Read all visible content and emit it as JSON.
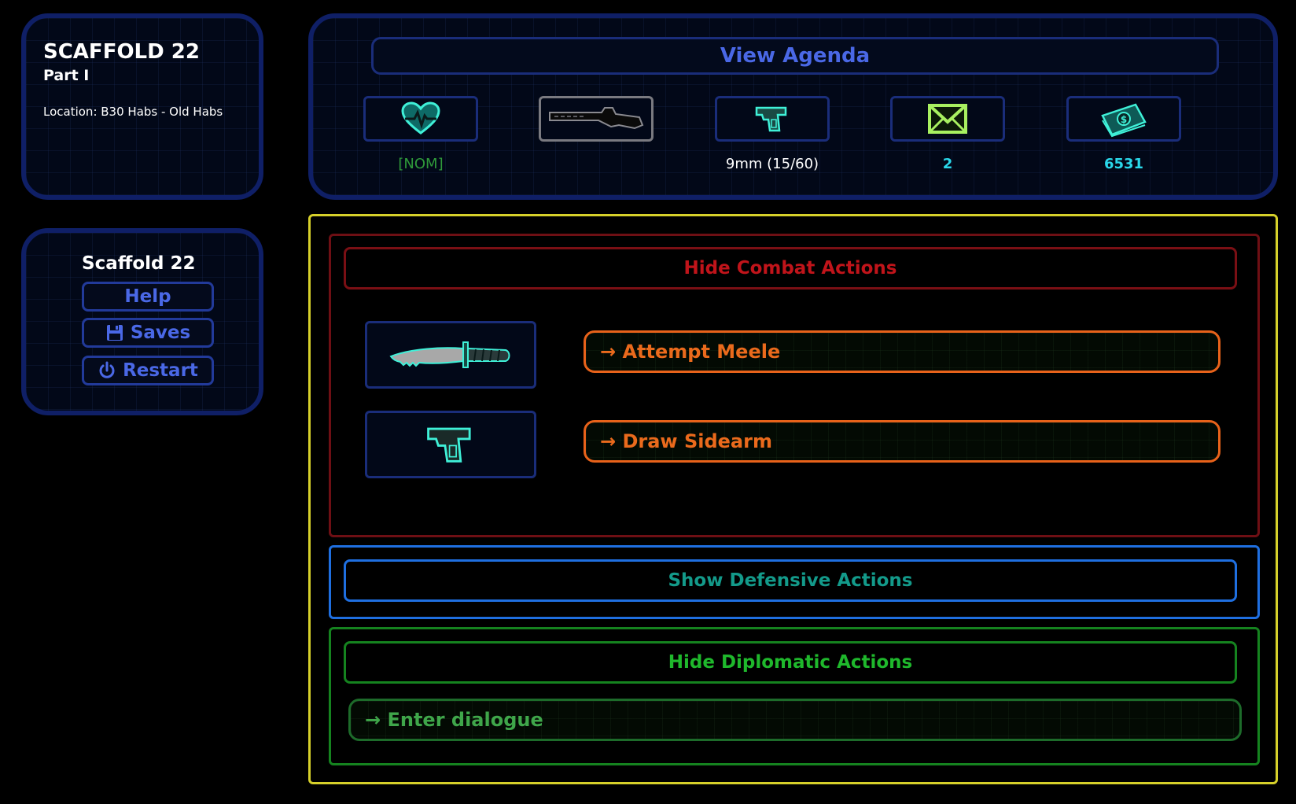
{
  "story": {
    "title": "SCAFFOLD 22",
    "part": "Part I",
    "location": "Location: B30 Habs - Old Habs"
  },
  "menu": {
    "title": "Scaffold 22",
    "help": "Help",
    "saves": "Saves",
    "restart": "Restart"
  },
  "status": {
    "agenda_label": "View Agenda",
    "health": {
      "icon": "heart-pulse-icon",
      "label": "[NOM]",
      "color": "#2f9a3a"
    },
    "rifle": {
      "icon": "rifle-icon",
      "label": ""
    },
    "ammo": {
      "icon": "pistol-icon",
      "label": "9mm (15/60)",
      "color": "#ffffff"
    },
    "messages": {
      "icon": "envelope-icon",
      "label": "2",
      "color": "#2ad8ea"
    },
    "money": {
      "icon": "cash-icon",
      "label": "6531",
      "color": "#2ad8ea"
    }
  },
  "combat": {
    "toggle_label": "Hide Combat Actions",
    "color": "#c0141a",
    "actions": [
      {
        "icon": "knife-icon",
        "label": "→ Attempt Meele"
      },
      {
        "icon": "pistol-icon",
        "label": "→ Draw Sidearm"
      }
    ]
  },
  "defense": {
    "toggle_label": "Show Defensive Actions",
    "color": "#139a8a"
  },
  "diplomacy": {
    "toggle_label": "Hide Diplomatic Actions",
    "color": "#1fb82c",
    "actions": [
      {
        "label": "→ Enter dialogue"
      }
    ]
  }
}
